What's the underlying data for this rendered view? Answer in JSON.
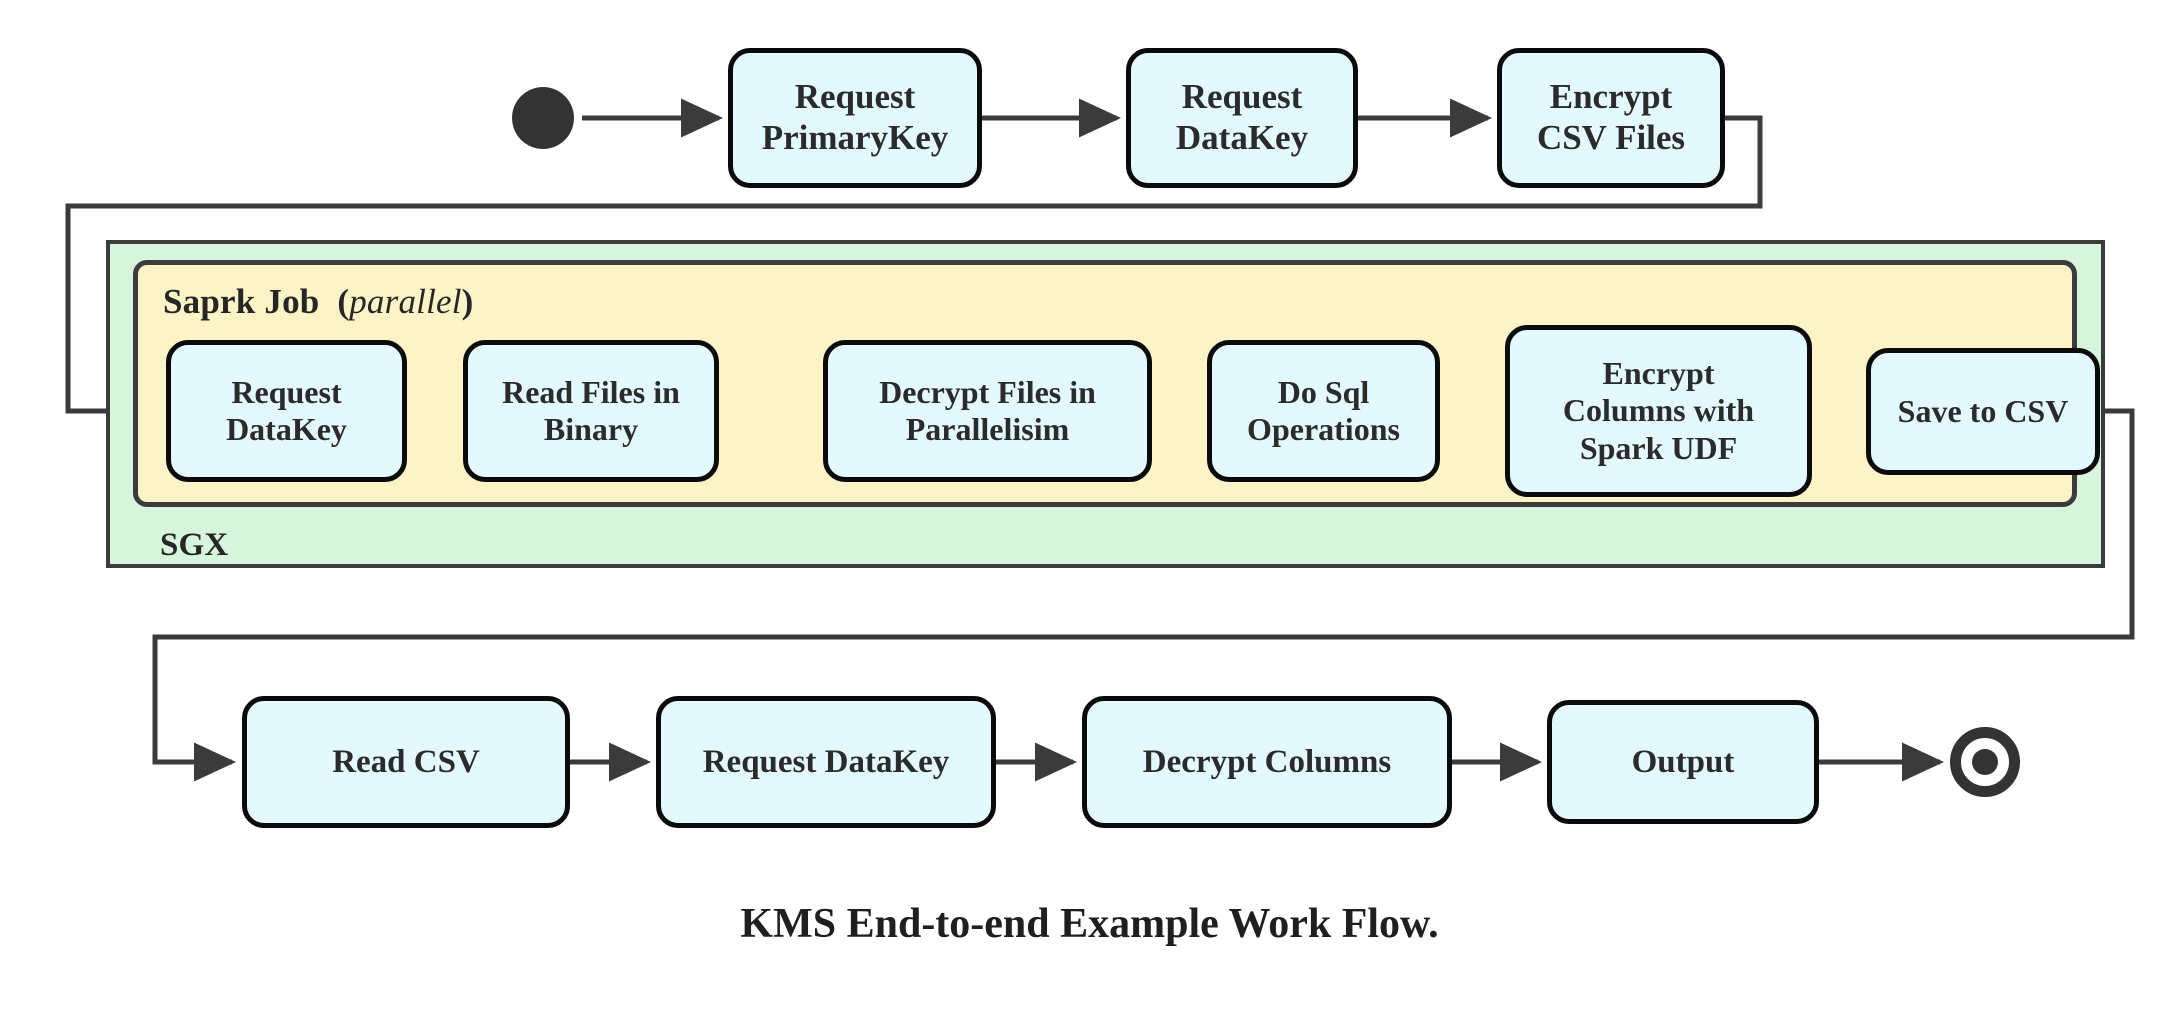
{
  "figure": {
    "caption": "KMS End-to-end Example Work Flow."
  },
  "colors": {
    "node_fill": "#e4f9fd",
    "node_stroke": "#0b0b0b",
    "sgx_fill": "#d6f5dc",
    "spark_fill": "#fcf3c7",
    "container_stroke": "#3b3b3b",
    "connector": "#3b3b3b",
    "terminal": "#333333",
    "text": "#2b2b2b"
  },
  "containers": {
    "sgx": {
      "label": "SGX"
    },
    "spark": {
      "label": "Saprk Job",
      "modifier_open": "(",
      "modifier": "parallel",
      "modifier_close": ")"
    }
  },
  "terminals": {
    "start": "start-node",
    "end": "end-node"
  },
  "rows": {
    "top": {
      "name": "top-row",
      "nodes": [
        {
          "id": "request-primarykey",
          "line1": "Request",
          "line2": "PrimaryKey"
        },
        {
          "id": "request-datakey-top",
          "line1": "Request",
          "line2": "DataKey"
        },
        {
          "id": "encrypt-csv-files",
          "line1": "Encrypt",
          "line2": "CSV Files"
        }
      ]
    },
    "spark": {
      "name": "spark-row",
      "nodes": [
        {
          "id": "request-datakey-spark",
          "line1": "Request",
          "line2": "DataKey",
          "line3": ""
        },
        {
          "id": "read-files-in-binary",
          "line1": "Read Files in",
          "line2": "Binary",
          "line3": ""
        },
        {
          "id": "decrypt-files-in-parallelisim",
          "line1": "Decrypt Files in",
          "line2": "Parallelisim",
          "line3": ""
        },
        {
          "id": "do-sql-operations",
          "line1": "Do Sql",
          "line2": "Operations",
          "line3": ""
        },
        {
          "id": "encrypt-columns-with-spark-udf",
          "line1": "Encrypt",
          "line2": "Columns with",
          "line3": "Spark UDF"
        },
        {
          "id": "save-to-csv",
          "line1": "Save to CSV",
          "line2": "",
          "line3": ""
        }
      ]
    },
    "bottom": {
      "name": "bottom-row",
      "nodes": [
        {
          "id": "read-csv",
          "line1": "Read CSV",
          "line2": ""
        },
        {
          "id": "request-datakey-bottom",
          "line1": "Request DataKey",
          "line2": ""
        },
        {
          "id": "decrypt-columns",
          "line1": "Decrypt Columns",
          "line2": ""
        },
        {
          "id": "output",
          "line1": "Output",
          "line2": ""
        }
      ]
    }
  },
  "connectors": [
    {
      "id": "start-to-request-primarykey",
      "kind": "arrow-right"
    },
    {
      "id": "request-primarykey-to-request-datakey",
      "kind": "arrow-right"
    },
    {
      "id": "request-datakey-to-encrypt-csv-files",
      "kind": "arrow-right"
    },
    {
      "id": "encrypt-csv-files-to-spark-request-datakey",
      "kind": "elbow-wrap-left"
    },
    {
      "id": "spark-request-datakey-to-read-files",
      "kind": "arrow-right"
    },
    {
      "id": "read-files-to-decrypt-files",
      "kind": "arrow-right"
    },
    {
      "id": "decrypt-files-to-do-sql",
      "kind": "arrow-right"
    },
    {
      "id": "do-sql-to-encrypt-columns",
      "kind": "arrow-right"
    },
    {
      "id": "encrypt-columns-to-save-to-csv",
      "kind": "arrow-right"
    },
    {
      "id": "save-to-csv-to-read-csv",
      "kind": "elbow-wrap-left"
    },
    {
      "id": "read-csv-to-request-datakey",
      "kind": "arrow-right"
    },
    {
      "id": "request-datakey-to-decrypt-columns",
      "kind": "arrow-right"
    },
    {
      "id": "decrypt-columns-to-output",
      "kind": "arrow-right"
    },
    {
      "id": "output-to-end",
      "kind": "arrow-right"
    }
  ]
}
